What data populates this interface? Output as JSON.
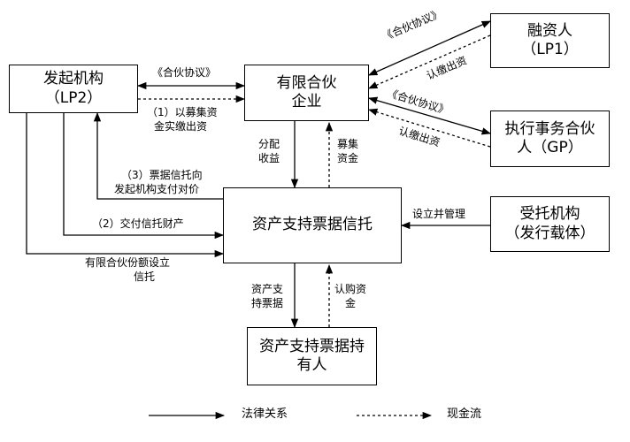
{
  "nodes": {
    "sponsor": {
      "line1": "发起机构",
      "line2": "（LP2）"
    },
    "partnership": {
      "line1": "有限合伙",
      "line2": "企业"
    },
    "financier": {
      "line1": "融资人",
      "line2": "（LP1）"
    },
    "gp": {
      "line1": "执行事务合伙",
      "line2": "人（GP）"
    },
    "trust": {
      "line1": "资产支持票据信托"
    },
    "trustee": {
      "line1": "受托机构",
      "line2": "（发行载体）"
    },
    "holder": {
      "line1": "资产支持票据持",
      "line2": "有人"
    }
  },
  "edges": {
    "partnership_agreement_sponsor": "《合伙协议》",
    "sponsor_contribution": {
      "line1": "（1）以募集资",
      "line2": "金实缴出资"
    },
    "partnership_agreement_financier": "《合伙协议》",
    "financier_contribution": "认缴出资",
    "partnership_agreement_gp": "《合伙协议》",
    "gp_contribution": "认缴出资",
    "distribute_income": {
      "line1": "分配",
      "line2": "收益"
    },
    "raise_funds": {
      "line1": "募集",
      "line2": "资金"
    },
    "trust_pay": {
      "line1": "（3）票据信托向",
      "line2": "发起机构支付对价"
    },
    "deliver_trust_property": "（2）交付信托财产",
    "set_up_trust": {
      "line1": "有限合伙份额设立",
      "line2": "信托"
    },
    "establish_manage": "设立并管理",
    "asset_backed_notes": {
      "line1": "资产支",
      "line2": "持票据"
    },
    "subscription_funds": {
      "line1": "认购资",
      "line2": "金"
    }
  },
  "legend": {
    "legal_relation": "法律关系",
    "cash_flow": "现金流"
  }
}
